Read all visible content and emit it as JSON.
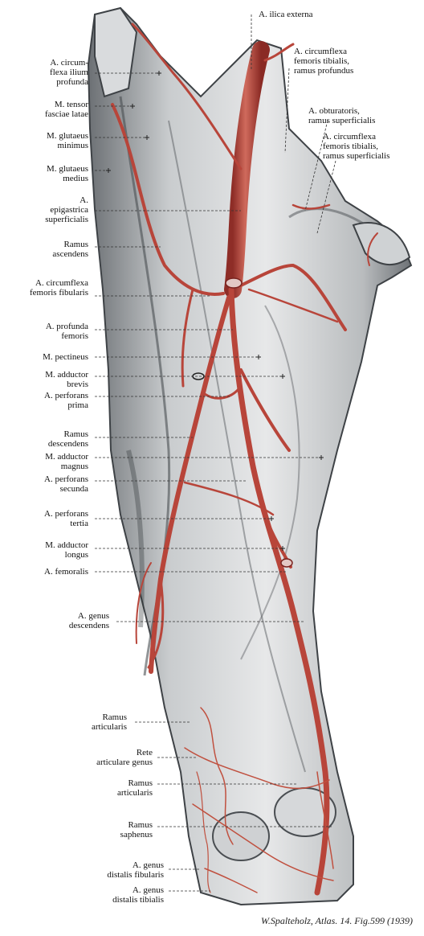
{
  "labels_left": [
    "A. circum-\nflexa ilium\nprofunda",
    "M. tensor\nfasciae latae",
    "M. glutaeus\nminimus",
    "M. glutaeus\nmedius",
    "A.\nepigastrica\nsuperficialis",
    "Ramus\nascendens",
    "A. circumflexa\nfemoris fibularis",
    "A. profunda\nfemoris",
    "M. pectineus",
    "M. adductor\nbrevis",
    "A. perforans\nprima",
    "Ramus\ndescendens",
    "M. adductor\nmagnus",
    "A. perforans\nsecunda",
    "A. perforans\ntertia",
    "M. adductor\nlongus",
    "A. femoralis",
    "A. genus\ndescendens",
    "Ramus\narticularis",
    "Rete\narticulare genus",
    "Ramus\narticularis",
    "Ramus\nsaphenus",
    "A. genus\ndistalis fibularis",
    "A. genus\ndistalis tibialis"
  ],
  "labels_right": [
    "A. ilica externa",
    "A. circumflexa\nfemoris tibialis,\nramus profundus",
    "A. obturatoris,\nramus superficialis",
    "A. circumflexa\nfemoris tibialis,\nramus superficialis"
  ],
  "credit": "W.Spalteholz, Atlas. 14. Fig.599 (1939)",
  "colors": {
    "artery": "#b8453a",
    "artery_dark": "#7a2420",
    "muscle": "#d8dadc",
    "muscle_shadow": "#55595d",
    "leader": "#333333"
  }
}
